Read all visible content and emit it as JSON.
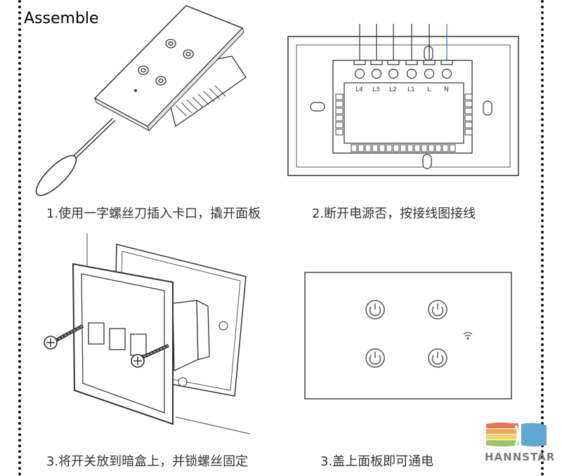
{
  "title": "Assemble",
  "steps": [
    {
      "caption": "1.使用一字螺丝刀插入卡口，撬开面板"
    },
    {
      "caption": "2.断开电源否，按接线图接线"
    },
    {
      "caption": "3.将开关放到暗盒上，并锁螺丝固定"
    },
    {
      "caption": "3.盖上面板即可通电"
    }
  ],
  "terminals": [
    "L4",
    "L3",
    "L2",
    "L1",
    "L",
    "N"
  ],
  "logo": {
    "text": "HANNSTAR"
  }
}
